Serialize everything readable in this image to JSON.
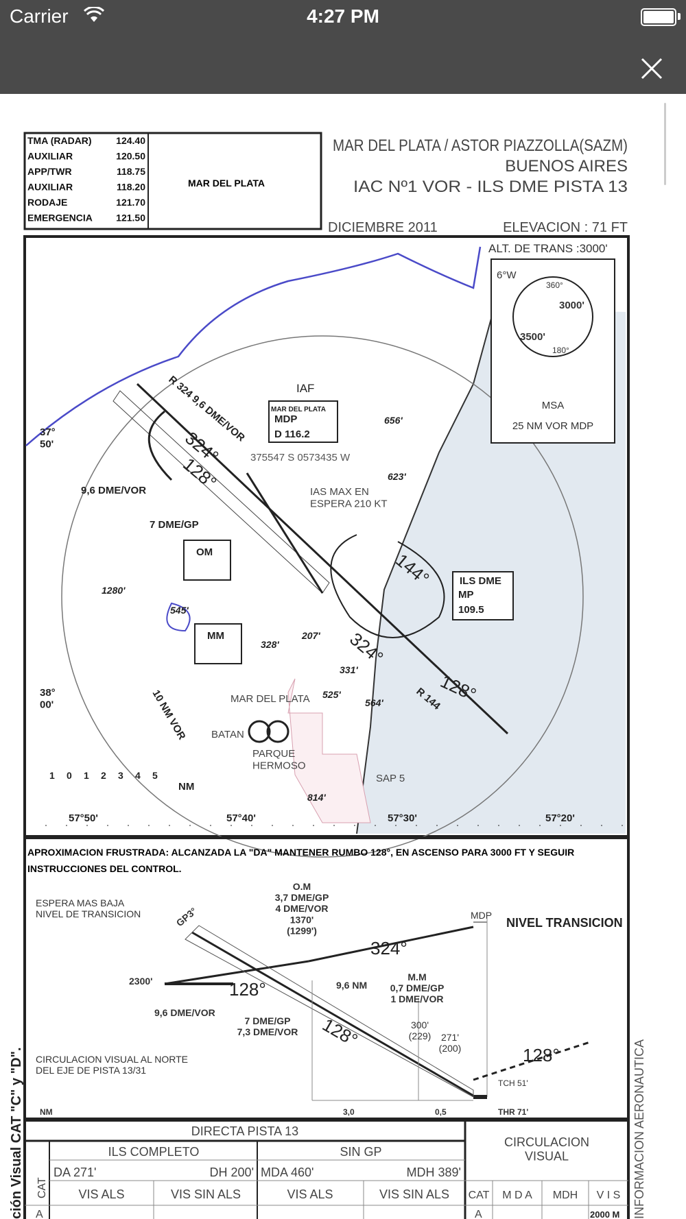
{
  "status_bar": {
    "carrier": "Carrier",
    "time": "4:27 PM"
  },
  "colors": {
    "nav_bar": "#4a4a4a",
    "coast": "#4a4ac8",
    "sea": "#e2e9f0"
  },
  "chart": {
    "freq_table": [
      {
        "name": "TMA (RADAR)",
        "freq": "124.40"
      },
      {
        "name": "AUXILIAR",
        "freq": "120.50"
      },
      {
        "name": "APP/TWR",
        "freq": "118.75"
      },
      {
        "name": "AUXILIAR",
        "freq": "118.20"
      },
      {
        "name": "RODAJE",
        "freq": "121.70"
      },
      {
        "name": "EMERGENCIA",
        "freq": "121.50"
      }
    ],
    "box_label": "MAR DEL PLATA",
    "title1": "MAR DEL PLATA / ASTOR PIAZZOLLA(SAZM)",
    "title2": "BUENOS AIRES",
    "title3": "IAC Nº1   VOR - ILS DME   PISTA 13",
    "date": "DICIEMBRE 2011",
    "elevation": "ELEVACION :   71  FT",
    "trans_alt": "ALT. DE TRANS :3000'",
    "msa": {
      "var": "6°W",
      "r1": "360°",
      "alt1": "3000'",
      "alt2": "3500'",
      "r2": "180°",
      "label": "MSA",
      "sub": "25 NM   VOR MDP"
    },
    "plan": {
      "r324": "R 324  9,6 DME/VOR",
      "iaf": "IAF",
      "vor_name": "MAR DEL PLATA",
      "vor_id": "MDP",
      "vor_freq": "D   116.2",
      "coords": "375547 S  0573435 W",
      "h324": "324°",
      "h128": "128°",
      "dme96": "9,6 DME/VOR",
      "gp7": "7 DME/GP",
      "om": "OM",
      "mm": "MM",
      "ias": "IAS MAX EN\nESPERA 210 KT",
      "h144": "144°",
      "ils_title": "ILS DME",
      "ils_id": "MP",
      "ils_freq": "109.5",
      "r144": "R 144",
      "h324b": "324°",
      "h128b": "128°",
      "lat1": "37°\n50'",
      "lat2": "38°\n00'",
      "obs": [
        "656'",
        "623'",
        "1280'",
        "545'",
        "328'",
        "207'",
        "331'",
        "525'",
        "564'",
        "814'"
      ],
      "city": "MAR DEL PLATA",
      "batan": "BATAN",
      "parque": "PARQUE\nHERMOSO",
      "sap": "SAP 5",
      "ring": "10 NM VOR",
      "scale": [
        "1",
        "0",
        "1",
        "2",
        "3",
        "4",
        "5"
      ],
      "scale_unit": "NM",
      "lon": [
        "57°50'",
        "57°40'",
        "57°30'",
        "57°20'"
      ]
    },
    "missed": "APROXIMACION FRUSTRADA: ALCANZADA LA \"DA\" MANTENER RUMBO 128°, EN ASCENSO PARA 3000 FT Y SEGUIR",
    "missed2": "INSTRUCCIONES DEL CONTROL.",
    "profile": {
      "espera": "ESPERA MAS BAJA\nNIVEL DE TRANSICION",
      "om": "O.M\n3,7 DME/GP\n4 DME/VOR\n1370'\n(1299')",
      "mdp": "MDP",
      "nivel": "NIVEL  TRANSICION",
      "gp": "GP3°",
      "h324": "324°",
      "alt2300": "2300'",
      "h128a": "128°",
      "nm96": "9,6 NM",
      "mm": "M.M\n0,7 DME/GP\n1 DME/VOR",
      "dme96": "9,6 DME/VOR",
      "gp7": "7 DME/GP\n7,3 DME/VOR",
      "h128b": "128°",
      "alt300": "300'\n(229)",
      "alt271": "271'\n(200)",
      "h128c": "128°",
      "circ": "CIRCULACION  VISUAL AL NORTE\nDEL EJE DE PISTA 13/31",
      "tch": "TCH 51'",
      "nm": "NM",
      "d30": "3,0",
      "d05": "0,5",
      "thr": "THR 71'"
    },
    "minima": {
      "directa": "DIRECTA PISTA 13",
      "cat": "CAT",
      "ils": "ILS COMPLETO",
      "singp": "SIN GP",
      "da": "DA 271'",
      "dh": "DH 200'",
      "mda": "MDA 460'",
      "mdh": "MDH 389'",
      "vis_als": "VIS ALS",
      "vis_sin": "VIS SIN ALS",
      "circ": "CIRCULACION\nVISUAL",
      "c_cat": "CAT",
      "c_mda": "M D A",
      "c_mdh": "MDH",
      "c_vis": "V I S",
      "row_a": "A",
      "row_a_vis": "2000 M"
    },
    "side_left": "ción Visual CAT \"C\" y \"D\".",
    "side_right": "INFORMACION AERONAUTICA"
  }
}
